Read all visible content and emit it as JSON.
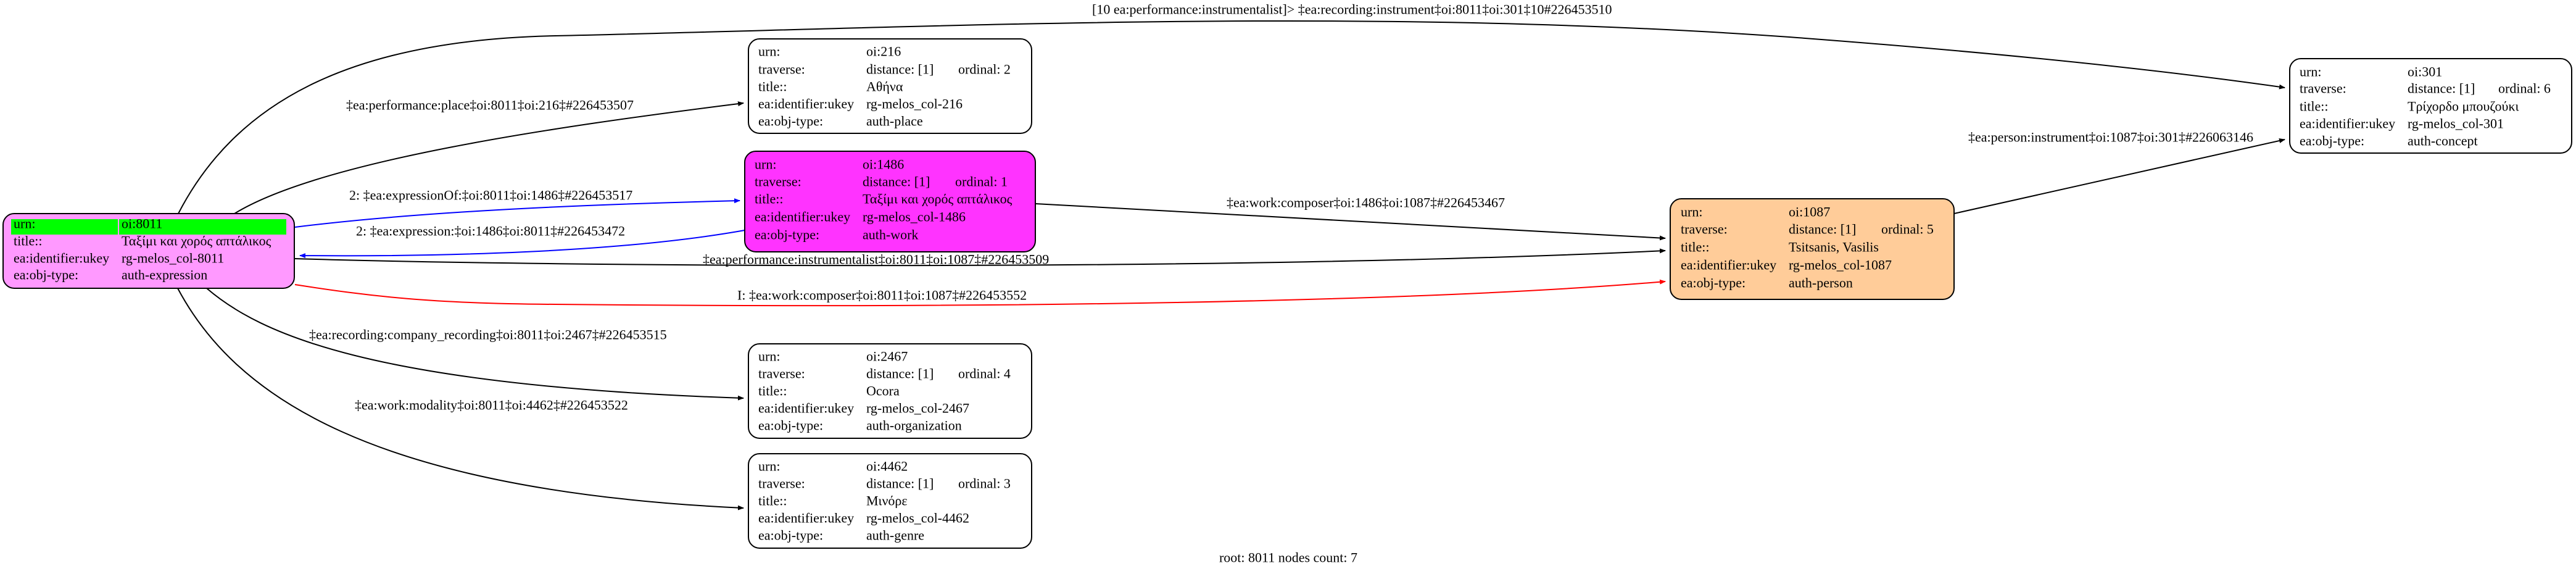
{
  "row_labels": {
    "urn": "urn:",
    "traverse": "traverse:",
    "title": "title::",
    "ukey": "ea:identifier:ukey",
    "obj_type": "ea:obj-type:"
  },
  "colors": {
    "root_fill": "#ff99ff",
    "work_fill": "#ff33ff",
    "person_fill": "#ffcc99",
    "default_fill": "#ffffff",
    "root_highlight": "#00ff00",
    "expression_edge": "#0000ff",
    "composer_edge": "#ff0000",
    "default_edge": "#000000"
  },
  "nodes": [
    {
      "id": "n8011",
      "urn": "oi:8011",
      "title": "Ταξίμι και χορός απτάλικος",
      "ukey": "rg-melos_col-8011",
      "obj_type": "auth-expression",
      "root": true
    },
    {
      "id": "n216",
      "urn": "oi:216",
      "distance": "distance: [1]",
      "ordinal": "ordinal: 2",
      "title": "Αθήνα",
      "ukey": "rg-melos_col-216",
      "obj_type": "auth-place"
    },
    {
      "id": "n1486",
      "urn": "oi:1486",
      "distance": "distance: [1]",
      "ordinal": "ordinal: 1",
      "title": "Ταξίμι και χορός απτάλικος",
      "ukey": "rg-melos_col-1486",
      "obj_type": "auth-work"
    },
    {
      "id": "n2467",
      "urn": "oi:2467",
      "distance": "distance: [1]",
      "ordinal": "ordinal: 4",
      "title": "Ocora",
      "ukey": "rg-melos_col-2467",
      "obj_type": "auth-organization"
    },
    {
      "id": "n4462",
      "urn": "oi:4462",
      "distance": "distance: [1]",
      "ordinal": "ordinal: 3",
      "title": "Μινόρε",
      "ukey": "rg-melos_col-4462",
      "obj_type": "auth-genre"
    },
    {
      "id": "n1087",
      "urn": "oi:1087",
      "distance": "distance: [1]",
      "ordinal": "ordinal: 5",
      "title": "Tsitsanis, Vasilis",
      "ukey": "rg-melos_col-1087",
      "obj_type": "auth-person"
    },
    {
      "id": "n301",
      "urn": "oi:301",
      "distance": "distance: [1]",
      "ordinal": "ordinal: 6",
      "title": "Τρίχορδο μπουζούκι",
      "ukey": "rg-melos_col-301",
      "obj_type": "auth-concept"
    }
  ],
  "edges": [
    {
      "id": "e-recording-instrument",
      "label": "[10 ea:performance:instrumentalist]> ‡ea:recording:instrument‡oi:8011‡oi:301‡10#226453510",
      "color": "#000000"
    },
    {
      "id": "e-performance-place",
      "label": "‡ea:performance:place‡oi:8011‡oi:216‡#226453507",
      "color": "#000000"
    },
    {
      "id": "e-expression-of",
      "label": "2: ‡ea:expressionOf:‡oi:8011‡oi:1486‡#226453517",
      "color": "#0000ff"
    },
    {
      "id": "e-expression",
      "label": "2: ‡ea:expression:‡oi:1486‡oi:8011‡#226453472",
      "color": "#0000ff"
    },
    {
      "id": "e-instrumentalist",
      "label": "‡ea:performance:instrumentalist‡oi:8011‡oi:1087‡#226453509",
      "color": "#000000"
    },
    {
      "id": "e-work-composer-red",
      "label": "I: ‡ea:work:composer‡oi:8011‡oi:1087‡#226453552",
      "color": "#ff0000"
    },
    {
      "id": "e-company-recording",
      "label": "‡ea:recording:company_recording‡oi:8011‡oi:2467‡#226453515",
      "color": "#000000"
    },
    {
      "id": "e-work-modality",
      "label": "‡ea:work:modality‡oi:8011‡oi:4462‡#226453522",
      "color": "#000000"
    },
    {
      "id": "e-work-composer",
      "label": "‡ea:work:composer‡oi:1486‡oi:1087‡#226453467",
      "color": "#000000"
    },
    {
      "id": "e-person-instrument",
      "label": "‡ea:person:instrument‡oi:1087‡oi:301‡#226063146",
      "color": "#000000"
    }
  ],
  "footer": "root: 8011 nodes count: 7"
}
